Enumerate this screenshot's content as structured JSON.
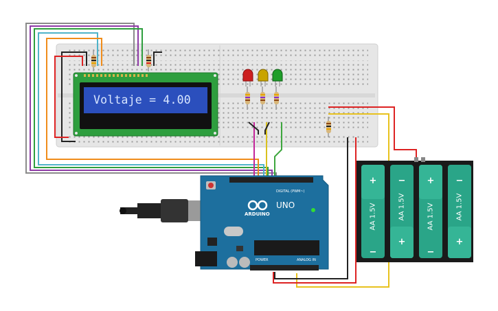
{
  "lcd": {
    "text": "Voltaje = 4.00"
  },
  "arduino": {
    "brand": "ARDUINO",
    "model": "UNO",
    "digital_label": "DIGITAL (PWM~)",
    "power_label": "POWER",
    "analog_label": "ANALOG IN"
  },
  "battery": {
    "cells": [
      {
        "label": "AA 1.5V",
        "top_sign": "+",
        "bottom_sign": "−"
      },
      {
        "label": "AA 1.5V",
        "top_sign": "−",
        "bottom_sign": "+"
      },
      {
        "label": "AA 1.5V",
        "top_sign": "+",
        "bottom_sign": "−"
      },
      {
        "label": "AA 1.5V",
        "top_sign": "−",
        "bottom_sign": "+"
      }
    ]
  },
  "leds": [
    {
      "color_name": "red",
      "color": "#cc1f1f"
    },
    {
      "color_name": "yellow",
      "color": "#c9a400"
    },
    {
      "color_name": "green",
      "color": "#1f9e2a"
    }
  ],
  "colors": {
    "breadboard": "#e6e6e6",
    "lcd_pcb": "#2e9e3e",
    "lcd_screen": "#2b4fbd",
    "arduino_board": "#1d6f9e",
    "battery_holder": "#1a1a1a",
    "battery_cell": "#2aa588"
  }
}
